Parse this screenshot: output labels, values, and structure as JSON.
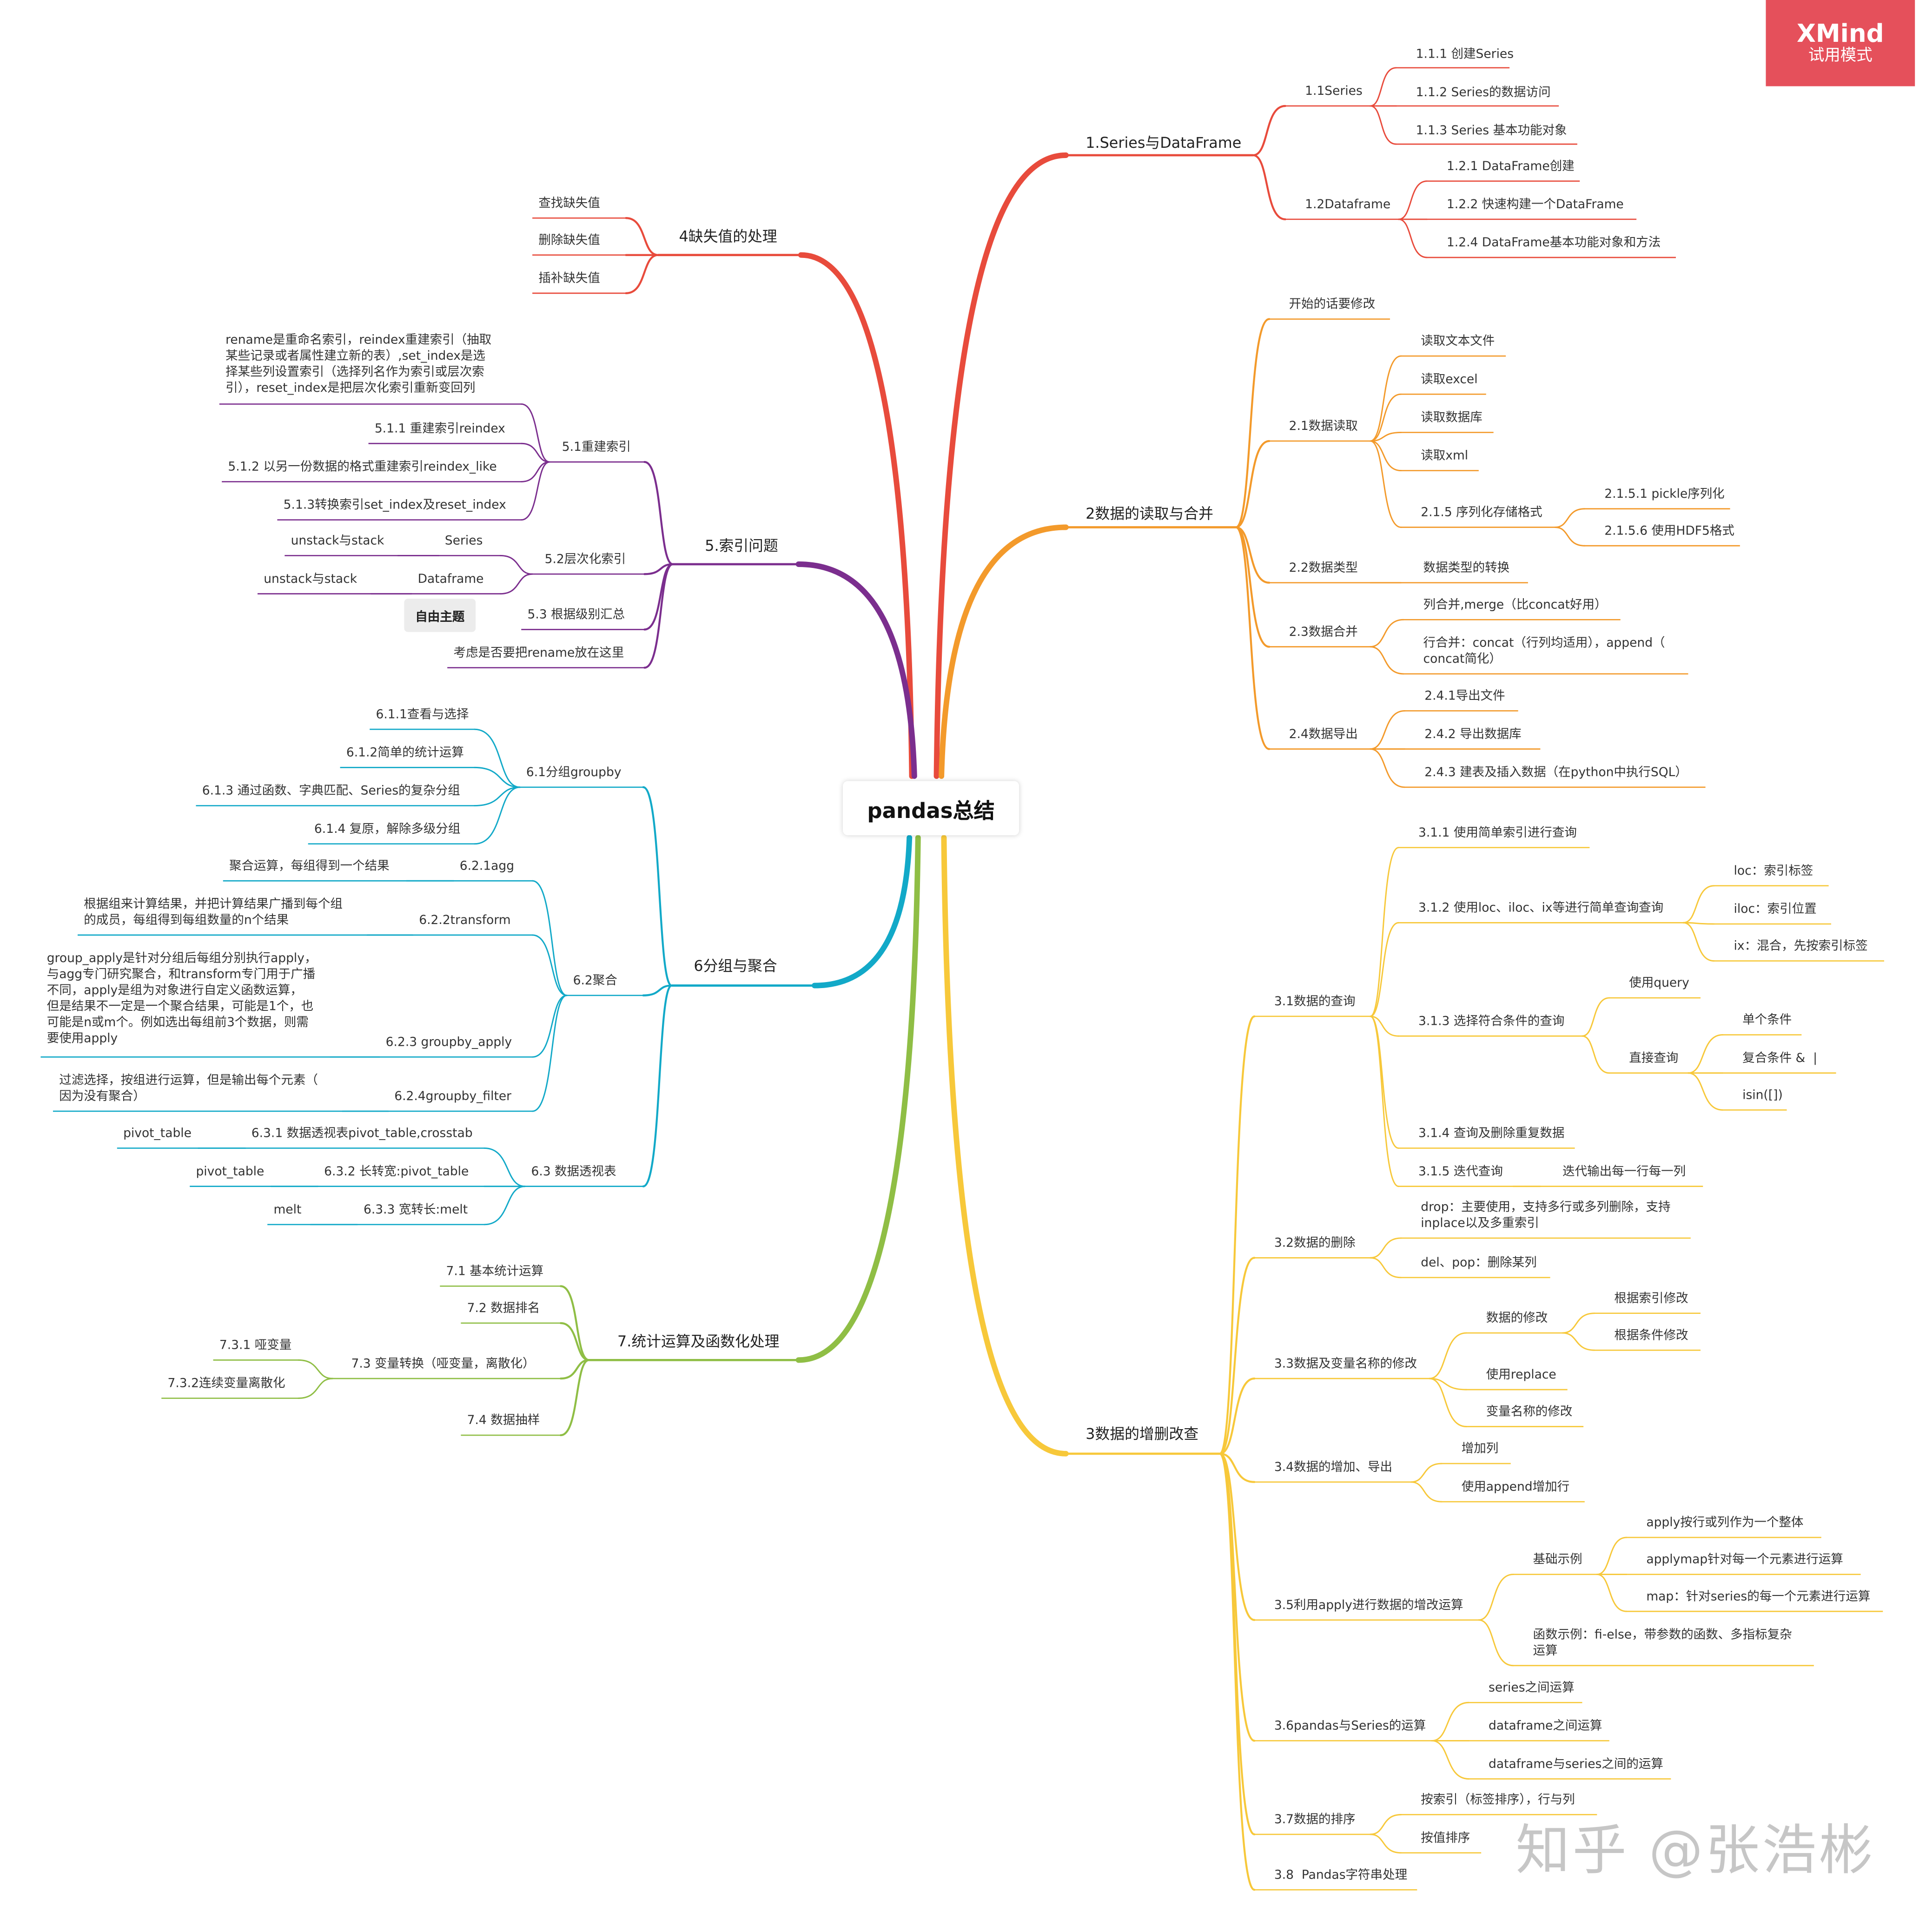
{
  "app": {
    "brand": "XMind",
    "mode": "试用模式",
    "watermark": "知乎 @张浩彬"
  },
  "colors": {
    "b1": "#e84b3c",
    "b2": "#f39a2b",
    "b3": "#f7c83a",
    "b4": "#e84b3c",
    "b5": "#7b2e8e",
    "b6": "#12a9c8",
    "b7": "#8fbe45"
  },
  "map": {
    "root": "pandas总结",
    "floating_topic": "自由主题",
    "nodes": {
      "b1": "1.Series与DataFrame",
      "b1_1": "1.1Series",
      "b1_1_1": "1.1.1 创建Series",
      "b1_1_2": "1.1.2 Series的数据访问",
      "b1_1_3": "1.1.3 Series 基本功能对象",
      "b1_2": "1.2Dataframe",
      "b1_2_1": "1.2.1 DataFrame创建",
      "b1_2_2": "1.2.2 快速构建一个DataFrame",
      "b1_2_4": "1.2.4 DataFrame基本功能对象和方法",
      "b2": "2数据的读取与合并",
      "b2_0": "开始的话要修改",
      "b2_1": "2.1数据读取",
      "b2_1_1": "读取文本文件",
      "b2_1_2": "读取excel",
      "b2_1_3": "读取数据库",
      "b2_1_4": "读取xml",
      "b2_1_5": "2.1.5 序列化存储格式",
      "b2_1_5_1": "2.1.5.1 pickle序列化",
      "b2_1_5_6": "2.1.5.6 使用HDF5格式",
      "b2_2": "2.2数据类型",
      "b2_2_1": "数据类型的转换",
      "b2_3": "2.3数据合并",
      "b2_3_1": "列合并,merge（比concat好用）",
      "b2_3_2": "行合并：concat（行列均适用），append（\nconcat简化）",
      "b2_4": "2.4数据导出",
      "b2_4_1": "2.4.1导出文件",
      "b2_4_2": "2.4.2 导出数据库",
      "b2_4_3": "2.4.3 建表及插入数据（在python中执行SQL）",
      "b3": "3数据的增删改查",
      "b3_1": "3.1数据的查询",
      "b3_1_1": "3.1.1 使用简单索引进行查询",
      "b3_1_2": "3.1.2 使用loc、iloc、ix等进行简单查询查询",
      "b3_1_2a": "loc：索引标签",
      "b3_1_2b": "iloc：索引位置",
      "b3_1_2c": "ix：混合，先按索引标签",
      "b3_1_3": "3.1.3 选择符合条件的查询",
      "b3_1_3a": "使用query",
      "b3_1_3b": "直接查询",
      "b3_1_3b1": "单个条件",
      "b3_1_3b2": "复合条件 &  |",
      "b3_1_3b3": "isin([])",
      "b3_1_4": "3.1.4 查询及删除重复数据",
      "b3_1_5": "3.1.5 迭代查询",
      "b3_1_5a": "迭代输出每一行每一列",
      "b3_2": "3.2数据的删除",
      "b3_2_1": "drop：主要使用，支持多行或多列删除，支持\ninplace以及多重索引",
      "b3_2_2": "del、pop：删除某列",
      "b3_3": "3.3数据及变量名称的修改",
      "b3_3_1": "数据的修改",
      "b3_3_1a": "根据索引修改",
      "b3_3_1b": "根据条件修改",
      "b3_3_2": "使用replace",
      "b3_3_3": "变量名称的修改",
      "b3_4": "3.4数据的增加、导出",
      "b3_4_1": "增加列",
      "b3_4_2": "使用append增加行",
      "b3_5": "3.5利用apply进行数据的增改运算",
      "b3_5_1": "基础示例",
      "b3_5_1a": "apply按行或列作为一个整体",
      "b3_5_1b": "applymap针对每一个元素进行运算",
      "b3_5_1c": "map：针对series的每一个元素进行运算",
      "b3_5_2": "函数示例：fi-else，带参数的函数、多指标复杂\n运算",
      "b3_6": "3.6pandas与Series的运算",
      "b3_6_1": "series之间运算",
      "b3_6_2": "dataframe之间运算",
      "b3_6_3": "dataframe与series之间的运算",
      "b3_7": "3.7数据的排序",
      "b3_7_1": "按索引（标签排序），行与列",
      "b3_7_2": "按值排序",
      "b3_8": "3.8  Pandas字符串处理",
      "b4": "4缺失值的处理",
      "b4_1": "查找缺失值",
      "b4_2": "删除缺失值",
      "b4_3": "插补缺失值",
      "b5": "5.索引问题",
      "b5_1": "5.1重建索引",
      "b5_1_0": "rename是重命名索引，reindex重建索引（抽取\n某些记录或者属性建立新的表）,set_index是选\n择某些列设置索引（选择列名作为索引或层次索\n引），reset_index是把层次化索引重新变回列",
      "b5_1_1": "5.1.1 重建索引reindex",
      "b5_1_2": "5.1.2 以另一份数据的格式重建索引reindex_like",
      "b5_1_3": "5.1.3转换索引set_index及reset_index",
      "b5_2": "5.2层次化索引",
      "b5_2_1": "Series",
      "b5_2_1a": "unstack与stack",
      "b5_2_2": "Dataframe",
      "b5_2_2a": "unstack与stack",
      "b5_3": "5.3 根据级别汇总",
      "b5_4": "考虑是否要把rename放在这里",
      "b6": "6分组与聚合",
      "b6_1": "6.1分组groupby",
      "b6_1_1": "6.1.1查看与选择",
      "b6_1_2": "6.1.2简单的统计运算",
      "b6_1_3": "6.1.3 通过函数、字典匹配、Series的复杂分组",
      "b6_1_4": "6.1.4 复原，解除多级分组",
      "b6_2": "6.2聚合",
      "b6_2_1": "6.2.1agg",
      "b6_2_1a": "聚合运算，每组得到一个结果",
      "b6_2_2": "6.2.2transform",
      "b6_2_2a": "根据组来计算结果，并把计算结果广播到每个组\n的成员，每组得到每组数量的n个结果",
      "b6_2_3": "6.2.3 groupby_apply",
      "b6_2_3a": "group_apply是针对分组后每组分别执行apply，\n与agg专门研究聚合，和transform专门用于广播\n不同，apply是组为对象进行自定义函数运算，\n但是结果不一定是一个聚合结果，可能是1个，也\n可能是n或m个。例如选出每组前3个数据，则需\n要使用apply",
      "b6_2_4": "6.2.4groupby_filter",
      "b6_2_4a": "过滤选择，按组进行运算，但是输出每个元素（\n因为没有聚合）",
      "b6_3": "6.3 数据透视表",
      "b6_3_1": "6.3.1 数据透视表pivot_table,crosstab",
      "b6_3_1a": "pivot_table",
      "b6_3_2": "6.3.2 长转宽:pivot_table",
      "b6_3_2a": "pivot_table",
      "b6_3_3": "6.3.3 宽转长:melt",
      "b6_3_3a": "melt",
      "b7": "7.统计运算及函数化处理",
      "b7_1": "7.1 基本统计运算",
      "b7_2": "7.2 数据排名",
      "b7_3": "7.3 变量转换（哑变量，离散化）",
      "b7_3_1": "7.3.1 哑变量",
      "b7_3_2": "7.3.2连续变量离散化",
      "b7_4": "7.4 数据抽样"
    }
  }
}
